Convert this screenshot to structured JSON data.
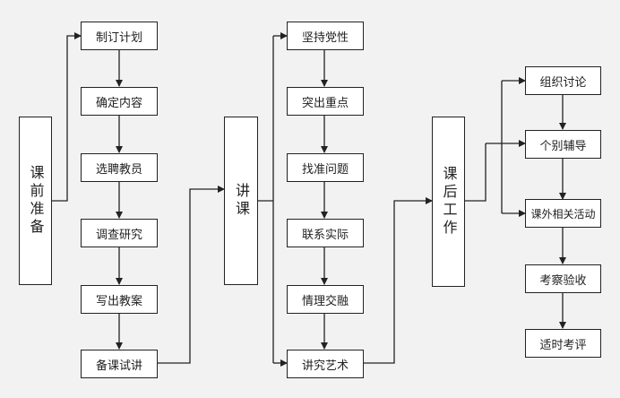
{
  "colors": {
    "background": "#f2f2f2",
    "box_fill": "#ffffff",
    "line": "#222222",
    "text": "#222222"
  },
  "groups": [
    {
      "label": "课前准备",
      "items": [
        "制订计划",
        "确定内容",
        "选聘教员",
        "调查研究",
        "写出教案",
        "备课试讲"
      ]
    },
    {
      "label": "讲课",
      "items": [
        "坚持党性",
        "突出重点",
        "找准问题",
        "联系实际",
        "情理交融",
        "讲究艺术"
      ]
    },
    {
      "label": "课后工作",
      "items": [
        "组织讨论",
        "个别辅导",
        "课外相关活动",
        "考察验收",
        "适时考评"
      ]
    }
  ]
}
